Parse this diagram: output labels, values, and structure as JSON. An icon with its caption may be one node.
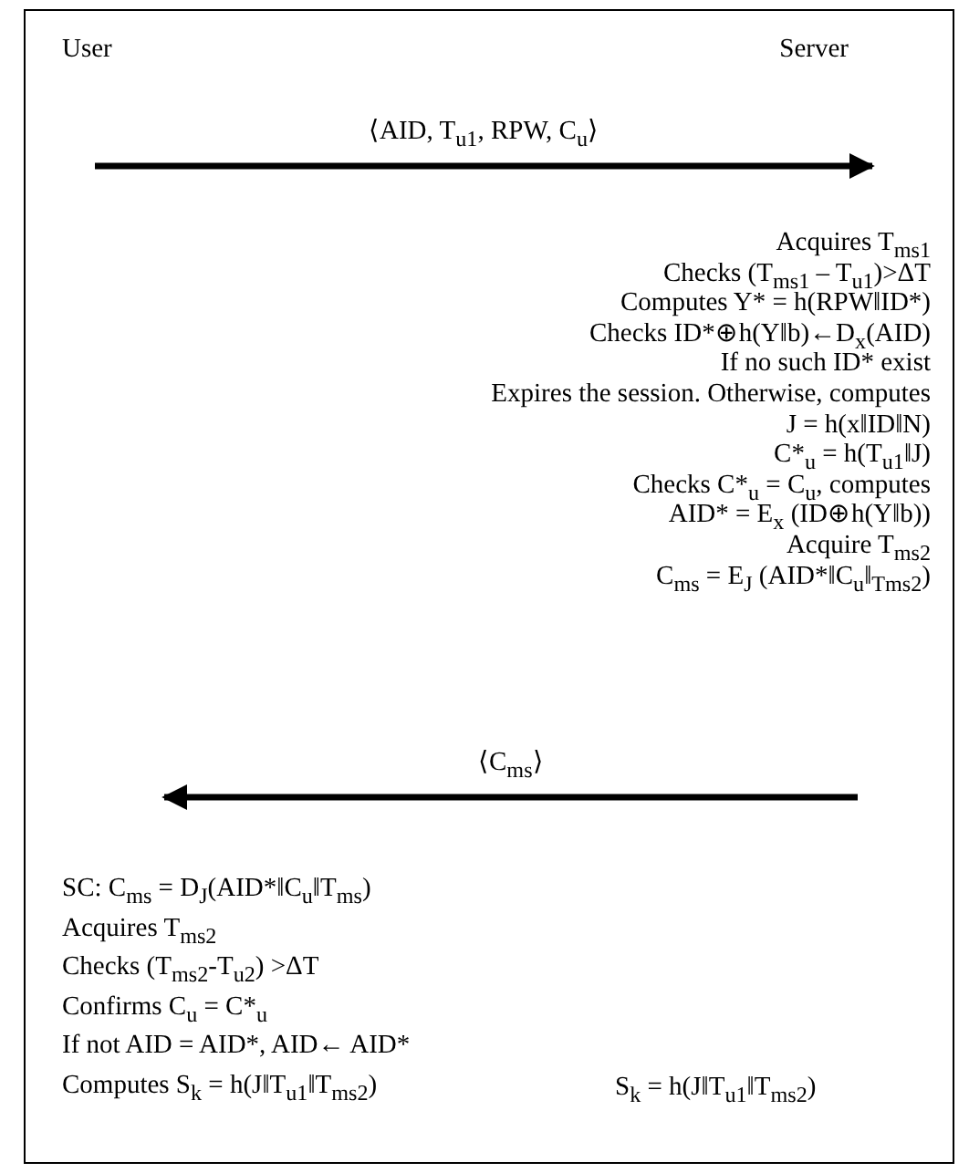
{
  "diagram": {
    "labels": [
      "User",
      "Server",
      "⟨AID, T$_{u1}$, RPW, C$_{u}$⟩",
      "Acquires T$_{ms1}$",
      "Checks (T$_{ms1}$ – T$_{u1}$)>ΔT",
      "Computes Y* = h(RPW‖ID*)",
      "Checks ID*⊕h(Y‖b)←D$_{x}$(AID)",
      "If no such ID* exist",
      "Expires the session. Otherwise, computes",
      "J = h(x‖ID‖N)",
      "C*$_{u}$ = h(T$_{u1}$‖J)",
      "Checks C*$_{u}$ = C$_{u}$, computes",
      "AID* = E$_{x}$ (ID⊕h(Y‖b))",
      "Acquire T$_{ms2}$",
      "C$_{ms}$ = E$_{J}$ (AID*‖C$_{u}$‖$_{Tms2}$)",
      "⟨C$_{ms}$⟩",
      "SC: C$_{ms}$ = D$_{J}$(AID*‖C$_{u}$‖T$_{ms}$)",
      "Acquires T$_{ms2}$",
      "Checks (T$_{ms2}$-T$_{u2}$) >ΔT",
      "Confirms C$_{u}$ = C*$_{u}$",
      "If not AID = AID*, AID← AID*",
      "Computes S$_{k}$ = h(J‖T$_{u1}$‖T$_{ms2}$)",
      "S$_{k}$ = h(J‖T$_{u1}$‖T$_{ms2}$)"
    ]
  }
}
